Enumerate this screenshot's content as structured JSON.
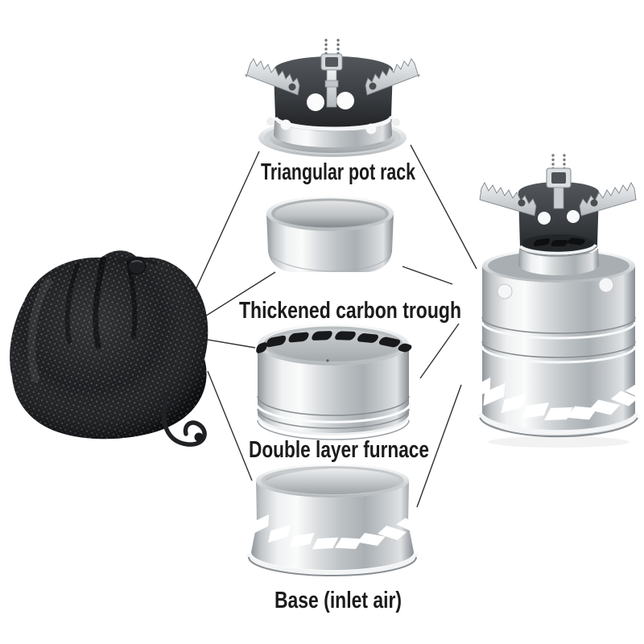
{
  "page": {
    "background": "#ffffff"
  },
  "diagram": {
    "parts": [
      {
        "id": "pot-rack",
        "label": "Triangular pot rack"
      },
      {
        "id": "carbon-trough",
        "label": "Thickened carbon trough"
      },
      {
        "id": "furnace",
        "label": "Double layer furnace"
      },
      {
        "id": "base",
        "label": "Base (inlet air)"
      }
    ],
    "objects": {
      "bag_icon": "mesh-storage-bag-icon",
      "assembled_icon": "assembled-wood-stove-icon"
    },
    "colors": {
      "background": "#ffffff",
      "label_text": "#1b1b1b",
      "connector_line": "#303030",
      "steel_highlight": "#f7f8f9",
      "steel_mid": "#c2c6c9",
      "steel_shadow": "#8f959a",
      "vent_slot_dark": "#17191b",
      "bag_black": "#111214"
    }
  }
}
